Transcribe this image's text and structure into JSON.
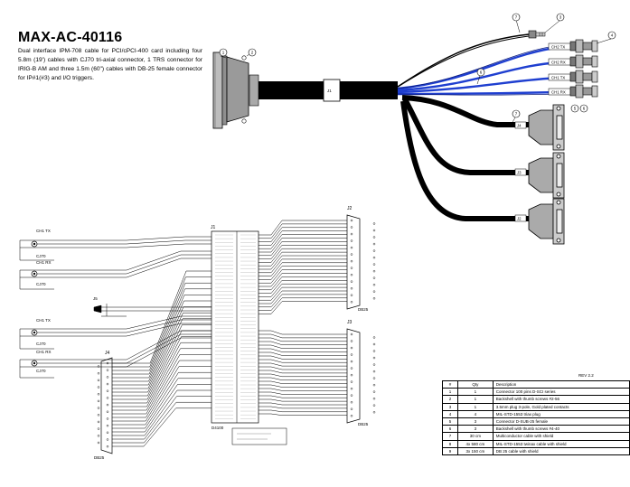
{
  "title": "MAX-AC-40116",
  "description": "Dual interface IPM-708 cable for PCI/cPCI-400 card including four 5.8m (19') cables with CJ70 tri-axial connector, 1 TRS connector for IRIG-B AM and three 1.5m (60\") cables with DB-25 female connector for IP#1(#3) and I/O triggers.",
  "revision": "REV 2.2",
  "colors": {
    "blue_cable": "#1f3fd0",
    "black_cable": "#000000",
    "connector_fill": "#c8c8c8"
  },
  "cable_labels": {
    "blue": [
      "CH2 TX",
      "CH2 RX",
      "CH1 TX",
      "CH1 RX"
    ],
    "j1": "J1",
    "black": [
      "J4",
      "J3",
      "J2"
    ]
  },
  "balloons": [
    "1",
    "2",
    "3",
    "4",
    "5",
    "6",
    "7"
  ],
  "schematic": {
    "j1": "J1",
    "j1_part": "D4100",
    "j2": "J2",
    "j2_part": "DB25",
    "j3": "J3",
    "j3_part": "DB25",
    "j4": "J4",
    "j4_part": "DB25",
    "j5": "J5",
    "triax": [
      {
        "label": "CH1 TX",
        "part": "CJ70"
      },
      {
        "label": "CH1 RX",
        "part": "CJ70"
      },
      {
        "label": "CH1 TX",
        "part": "CJ70"
      },
      {
        "label": "CH1 RX",
        "part": "CJ70"
      }
    ]
  },
  "bom": {
    "headers": [
      "#",
      "Qty",
      "Description"
    ],
    "rows": [
      [
        "1",
        "1",
        "Connector 100 pins D-SCI series"
      ],
      [
        "2",
        "1",
        "Backshell with thumb screws #2-56"
      ],
      [
        "3",
        "1",
        "3.5mm plug 3-pole, Gold plated contacts"
      ],
      [
        "4",
        "4",
        "MIL-STD-1553 triax plug"
      ],
      [
        "5",
        "3",
        "Connector D-SUB-25 female"
      ],
      [
        "6",
        "3",
        "Backshell with thumb screws #4-40"
      ],
      [
        "7",
        "30 cm",
        "Multiconductor cable with shield"
      ],
      [
        "8",
        "4x 580 cm",
        "MIL-STD-1553 twinax cable with shield"
      ],
      [
        "9",
        "3x 150 cm",
        "DB 25 cable with shield"
      ]
    ]
  }
}
